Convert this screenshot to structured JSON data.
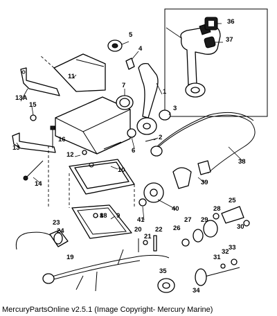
{
  "caption": "MercuryPartsOnline v2.5.1 (Image Copyright- Mercury Marine)",
  "callouts": [
    "1",
    "2",
    "3",
    "4",
    "5",
    "6",
    "7",
    "8",
    "9",
    "10",
    "11",
    "12",
    "13",
    "13A",
    "14",
    "15",
    "16",
    "18",
    "19",
    "20",
    "21",
    "22",
    "23",
    "24",
    "25",
    "26",
    "27",
    "28",
    "29",
    "30",
    "31",
    "32",
    "33",
    "34",
    "35",
    "36",
    "37",
    "38",
    "39",
    "40",
    "41"
  ]
}
